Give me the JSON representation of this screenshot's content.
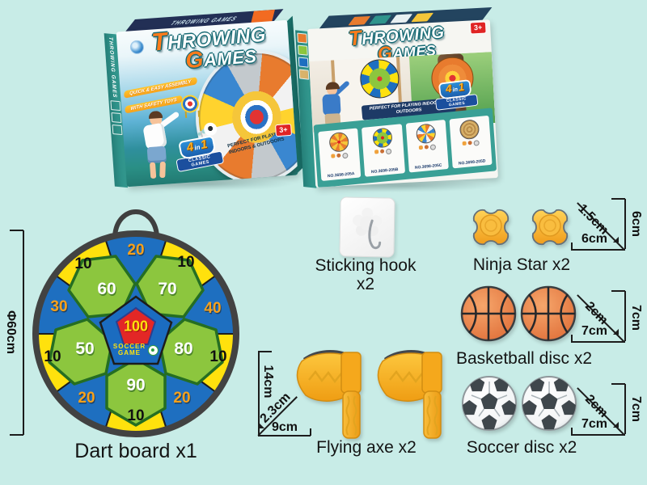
{
  "colors": {
    "background": "#c8ece7",
    "box_teal": "#2f948c",
    "box_navy": "#222f55",
    "accent_orange": "#f26b21",
    "board_blue": "#1e6fc0",
    "board_yellow": "#ffe10d",
    "board_green": "#8cc63e",
    "board_red": "#e32726",
    "axe_yellow": "#f6ab1e",
    "basketball_orange": "#ee8e52"
  },
  "boxes": {
    "front": {
      "spine_title": "THROWING GAMES",
      "title": [
        "THROWING",
        "GAMES"
      ],
      "ribbons": [
        "QUICK & EASY ASSEMBLY",
        "WITH SAFETY TOYS"
      ],
      "badge": {
        "num1": "4",
        "mid": "in",
        "num2": "1",
        "sub": "CLASSIC GAMES"
      },
      "age": "3+",
      "tagline": "PERFECT FOR PLAYING INDOORS & OUTDOORS"
    },
    "back": {
      "title": [
        "THROWING",
        "GAMES"
      ],
      "age": "3+",
      "tagline": "PERFECT FOR PLAYING INDOORS & OUTDOORS",
      "badge": {
        "num1": "4",
        "mid": "in",
        "num2": "1",
        "sub": "CLASSIC GAMES"
      },
      "variants": [
        {
          "no": "NO.3698-205A"
        },
        {
          "no": "NO.3698-205B"
        },
        {
          "no": "NO.3698-205C"
        },
        {
          "no": "NO.3698-205D"
        }
      ]
    }
  },
  "dartboard": {
    "label": "Dart board x1",
    "diameter": "Φ60cm",
    "outer_numbers": [
      {
        "value": "20",
        "pos": "top",
        "on": "blue"
      },
      {
        "value": "10",
        "pos": "top-left",
        "on": "yellow"
      },
      {
        "value": "10",
        "pos": "top-right",
        "on": "yellow"
      },
      {
        "value": "30",
        "pos": "left",
        "on": "blue"
      },
      {
        "value": "40",
        "pos": "right",
        "on": "blue"
      },
      {
        "value": "10",
        "pos": "mid-left",
        "on": "yellow"
      },
      {
        "value": "10",
        "pos": "mid-right",
        "on": "yellow"
      },
      {
        "value": "20",
        "pos": "bottom-left",
        "on": "blue"
      },
      {
        "value": "20",
        "pos": "bottom-right",
        "on": "blue"
      },
      {
        "value": "10",
        "pos": "bottom",
        "on": "yellow"
      }
    ],
    "inner_numbers": [
      "60",
      "70",
      "50",
      "80",
      "90"
    ],
    "bullseye": "100",
    "logo_line1": "SOCCER",
    "logo_line2": "GAME"
  },
  "items": {
    "sticking_hook": {
      "label": "Sticking hook",
      "qty": "x2"
    },
    "ninja_star": {
      "label": "Ninja Star x2",
      "dim_width": "6cm",
      "dim_height": "6cm",
      "dim_thickness": "1.5cm"
    },
    "basketball_disc": {
      "label": "Basketball disc x2",
      "dim_width": "7cm",
      "dim_height": "7cm",
      "dim_thickness": "2cm"
    },
    "soccer_disc": {
      "label": "Soccer disc x2",
      "dim_width": "7cm",
      "dim_height": "7cm",
      "dim_thickness": "2cm"
    },
    "flying_axe": {
      "label": "Flying axe x2",
      "dim_height": "14cm",
      "dim_width": "9cm",
      "dim_thickness": "2.3cm"
    }
  }
}
